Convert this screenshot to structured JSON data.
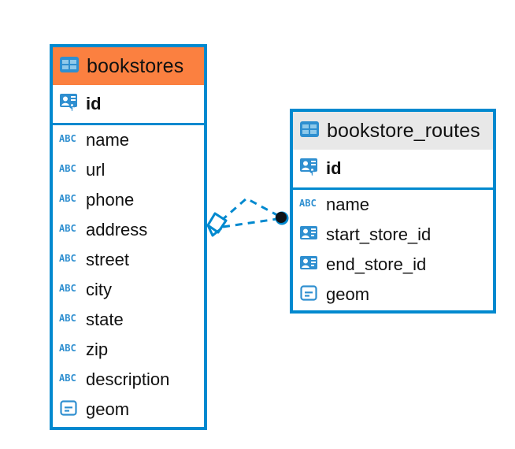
{
  "diagram": {
    "type": "entity-relationship-diagram",
    "background": "#ffffff",
    "accent_blue": "#0089cf",
    "header_orange": "#fb8040",
    "header_gray": "#e8e8e8"
  },
  "entities": [
    {
      "name": "bookstores",
      "header_color": "#fb8040",
      "header_icon": "table-icon",
      "primary_key": {
        "label": "id",
        "icon": "primary-key-icon"
      },
      "fields": [
        {
          "label": "name",
          "icon": "text-type-icon"
        },
        {
          "label": "url",
          "icon": "text-type-icon"
        },
        {
          "label": "phone",
          "icon": "text-type-icon"
        },
        {
          "label": "address",
          "icon": "text-type-icon"
        },
        {
          "label": "street",
          "icon": "text-type-icon"
        },
        {
          "label": "city",
          "icon": "text-type-icon"
        },
        {
          "label": "state",
          "icon": "text-type-icon"
        },
        {
          "label": "zip",
          "icon": "text-type-icon"
        },
        {
          "label": "description",
          "icon": "text-type-icon"
        },
        {
          "label": "geom",
          "icon": "geometry-type-icon"
        }
      ]
    },
    {
      "name": "bookstore_routes",
      "header_color": "#e8e8e8",
      "header_icon": "table-icon",
      "primary_key": {
        "label": "id",
        "icon": "primary-key-icon"
      },
      "fields": [
        {
          "label": "name",
          "icon": "text-type-icon"
        },
        {
          "label": "start_store_id",
          "icon": "foreign-key-icon"
        },
        {
          "label": "end_store_id",
          "icon": "foreign-key-icon"
        },
        {
          "label": "geom",
          "icon": "geometry-type-icon"
        }
      ]
    }
  ],
  "relationship": {
    "line_style": "dashed",
    "line_color": "#0089cf",
    "source_marker": "open-diamond-many-marker",
    "target_marker": "filled-circle-one-marker"
  }
}
